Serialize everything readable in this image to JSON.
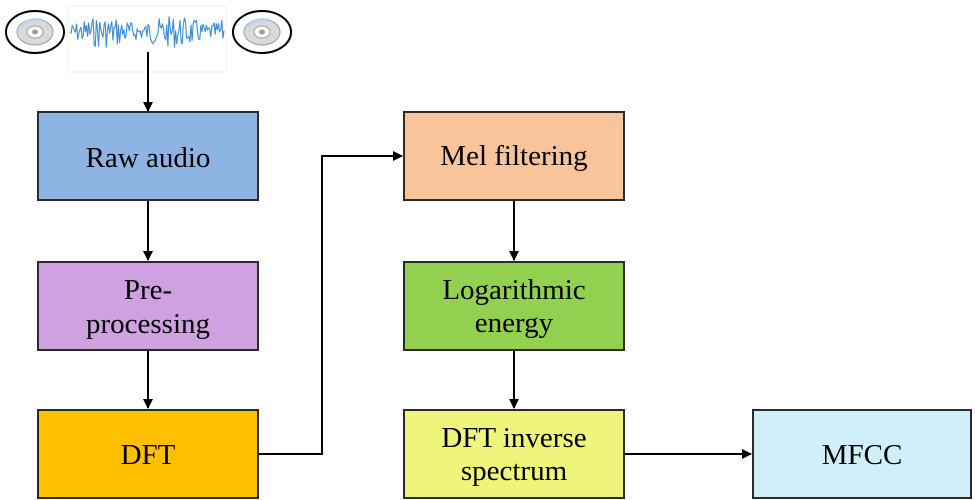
{
  "boxes": {
    "raw_audio": {
      "lines": [
        "Raw audio"
      ],
      "color": "#8EB4E3"
    },
    "preprocessing": {
      "lines": [
        "Pre-",
        "processing"
      ],
      "color": "#CFA1E0"
    },
    "dft": {
      "lines": [
        "DFT"
      ],
      "color": "#FFC000"
    },
    "mel_filtering": {
      "lines": [
        "Mel filtering"
      ],
      "color": "#F9C49A"
    },
    "log_energy": {
      "lines": [
        "Logarithmic",
        "energy"
      ],
      "color": "#92D050"
    },
    "dft_inverse": {
      "lines": [
        "DFT inverse",
        "spectrum"
      ],
      "color": "#EFF57A"
    },
    "mfcc": {
      "lines": [
        "MFCC"
      ],
      "color": "#CFF0FA"
    }
  },
  "icons": {
    "left_disc": "cd-disc-icon",
    "waveform": "audio-waveform-icon",
    "right_disc": "cd-disc-icon"
  },
  "colors": {
    "waveform": "#3C8DD6",
    "disc": "#BFBFBF",
    "arrow": "#000000"
  }
}
